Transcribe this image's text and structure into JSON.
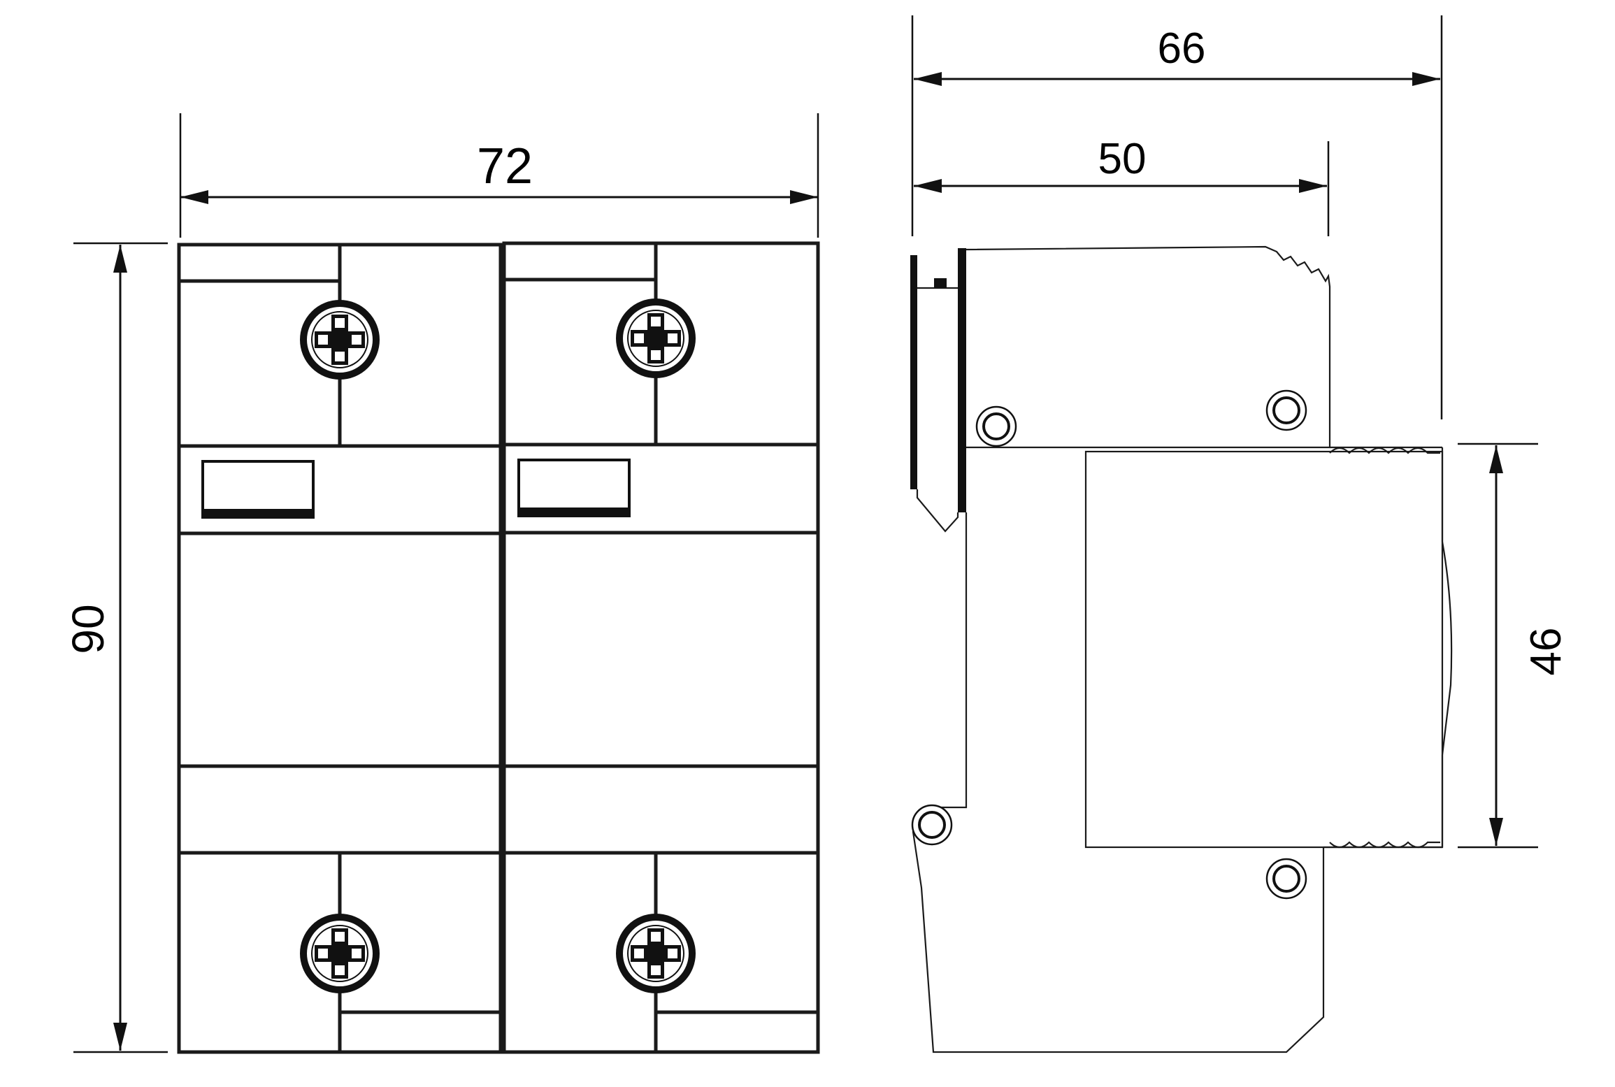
{
  "dimensions": {
    "front_width": "72",
    "front_height": "90",
    "side_total_depth": "66",
    "side_body_depth": "50",
    "side_front_height": "46"
  },
  "colors": {
    "line": "#1a1a1a",
    "background": "#ffffff"
  },
  "icons": {
    "terminal_screw": "cross-slot-screw-icon",
    "mounting_hole": "rivet-hole-icon"
  }
}
